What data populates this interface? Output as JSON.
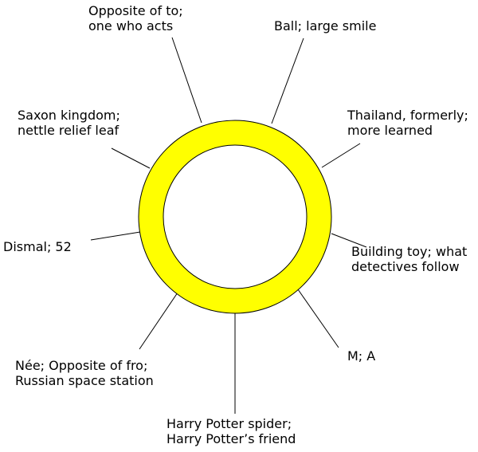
{
  "ring": {
    "fill_color": "#ffff00",
    "stroke_color": "#000000",
    "inner_color": "#ffffff"
  },
  "clues": [
    {
      "id": "top",
      "lines": [
        "Opposite of to;",
        "one who acts"
      ]
    },
    {
      "id": "top-right",
      "lines": [
        "Ball; large smile"
      ]
    },
    {
      "id": "right-upper",
      "lines": [
        "Thailand, formerly;",
        "more learned"
      ]
    },
    {
      "id": "right",
      "lines": [
        "Building toy; what",
        "detectives follow"
      ]
    },
    {
      "id": "bottom-right",
      "lines": [
        "M; A"
      ]
    },
    {
      "id": "bottom",
      "lines": [
        "Harry Potter spider;",
        "Harry Potter’s friend"
      ]
    },
    {
      "id": "bottom-left",
      "lines": [
        "Née; Opposite of fro;",
        "Russian space station"
      ]
    },
    {
      "id": "left",
      "lines": [
        "Dismal; 52"
      ]
    },
    {
      "id": "left-upper",
      "lines": [
        "Saxon kingdom;",
        "nettle relief leaf"
      ]
    }
  ]
}
